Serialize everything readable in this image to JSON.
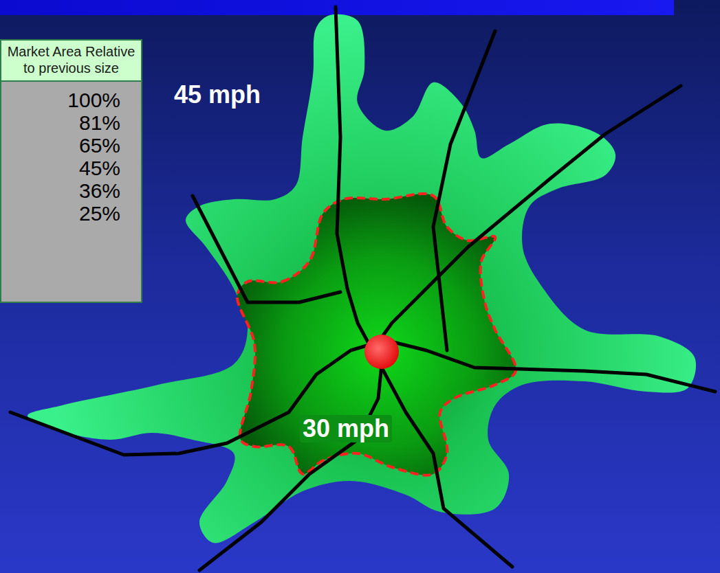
{
  "diagram": {
    "nodes": [
      {
        "text": [
          "Market Area Relative to previous size",
          "100%",
          "81%",
          "65%",
          "45%",
          "36%",
          "25%"
        ]
      }
    ],
    "labels": [
      "45 mph",
      "30 mph"
    ]
  }
}
